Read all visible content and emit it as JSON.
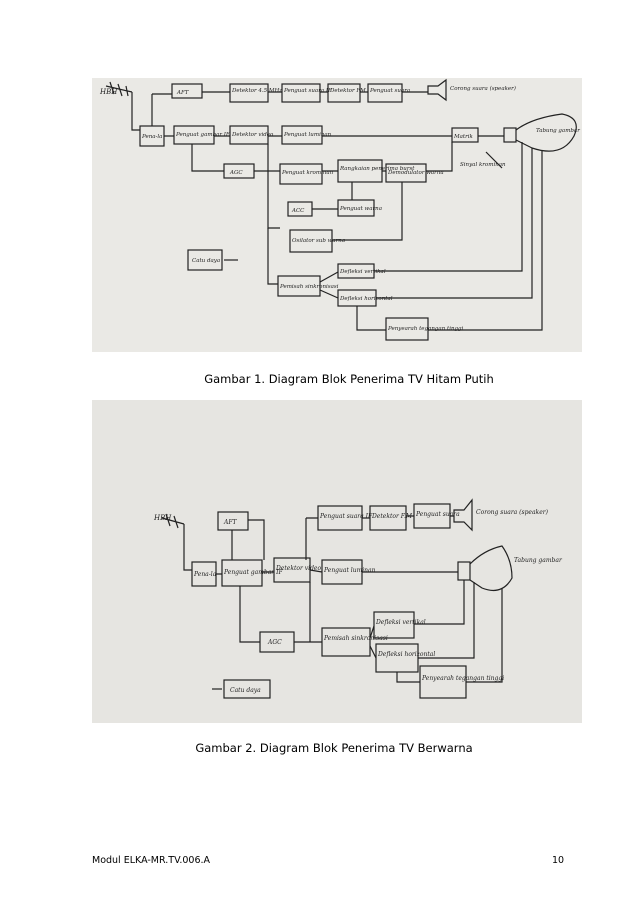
{
  "figure1": {
    "caption": "Gambar 1. Diagram Blok Penerima TV Hitam Putih",
    "antenna": "HBH",
    "blocks": {
      "aft": "AFT",
      "detektor_45": "Detektor 4.5 MHz",
      "penguat_if_suara": "Penguat suara IF",
      "detektor_fm": "Detektor FM",
      "penguat_suara": "Penguat suara",
      "corong": "Corong suara (speaker)",
      "penala": "Pena-la",
      "penguat_gambar": "Penguat gambar IF",
      "detektor_video": "Detektor video",
      "penguat_luminan": "Penguat luminan",
      "matrik": "Matrik",
      "tabung": "Tabung gambar",
      "agc": "AGC",
      "penguat_krominan": "Penguat krominan",
      "rangkaian": "Rangkaian penerima burst",
      "demodulator": "Demodulator warna",
      "sinyal": "Sinyal krominan",
      "acc": "ACC",
      "penguat_warna": "Penguat warna",
      "osilator": "Osilator sub warna",
      "catu_daya": "Catu daya",
      "pemisah": "Pemisah sinkronisasi",
      "defleksi_vertikal": "Defleksi vertikal",
      "defleksi_horizontal": "Defleksi horizontal",
      "penyearah": "Penyearah tegangan tinggi"
    }
  },
  "figure2": {
    "caption": "Gambar 2. Diagram Blok Penerima TV Berwarna",
    "antenna": "HBH",
    "blocks": {
      "aft": "AFT",
      "penguat_if_suara": "Penguat suara IF",
      "detektor_fm": "Detektor F.M",
      "penguat_suara": "Penguat suara",
      "corong": "Corong suara (speaker)",
      "penala": "Pena-la",
      "penguat_gambar": "Penguat gambar IF",
      "detektor_video": "Detektor video",
      "penguat_luminan": "Penguat luminan",
      "tabung": "Tabung gambar",
      "agc": "AGC",
      "pemisah": "Pemisah sinkronisasi",
      "defleksi_vertikal": "Defleksi vertikal",
      "defleksi_horizontal": "Defleksi horizontal",
      "penyearah": "Penyearah tegangan tinggi",
      "catu_daya": "Catu daya"
    }
  },
  "footer": {
    "module": "Modul ELKA-MR.TV.006.A",
    "page": "10"
  }
}
